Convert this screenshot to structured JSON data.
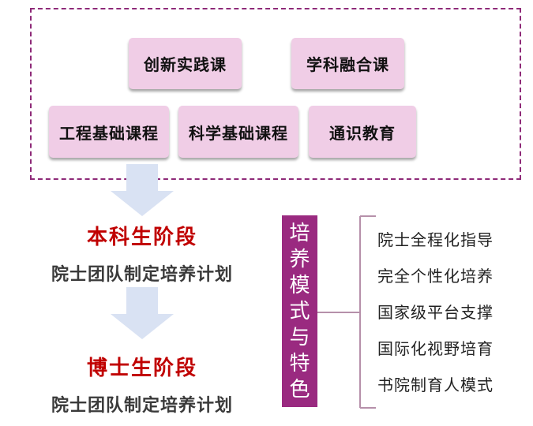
{
  "courses": {
    "row1": [
      "创新实践课",
      "学科融合课"
    ],
    "row2": [
      "工程基础课程",
      "科学基础课程",
      "通识教育"
    ]
  },
  "stages": [
    {
      "title": "本科生阶段",
      "desc": "院士团队制定培养计划"
    },
    {
      "title": "博士生阶段",
      "desc": "院士团队制定培养计划"
    }
  ],
  "mode": {
    "label_chars": [
      "培",
      "养",
      "模",
      "式",
      "与",
      "特",
      "色"
    ],
    "features": [
      "院士全程化指导",
      "完全个性化培养",
      "国家级平台支撑",
      "国际化视野培育",
      "书院制育人模式"
    ]
  },
  "colors": {
    "dashed_border": "#8e2a78",
    "course_box": "#f0cde6",
    "stage_title": "#c00000",
    "mode_box": "#9a2a80",
    "arrow": "#d9e2f3"
  }
}
